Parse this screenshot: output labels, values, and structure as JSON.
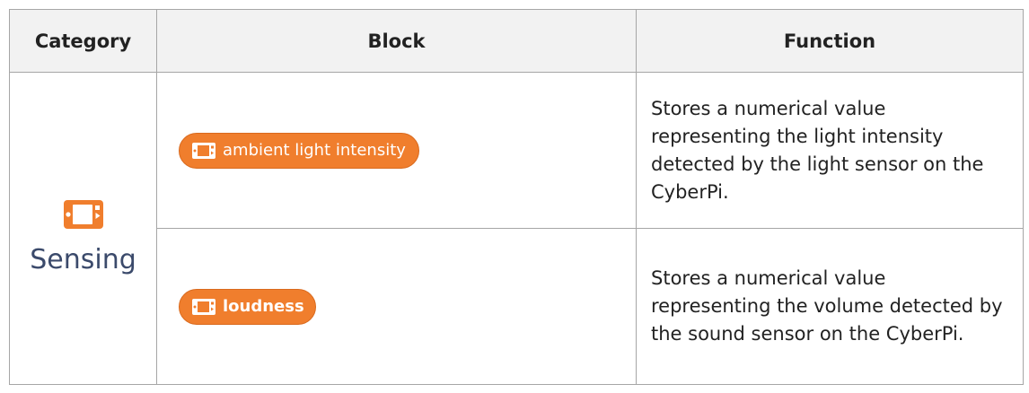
{
  "table": {
    "headers": {
      "category": "Category",
      "block": "Block",
      "function": "Function"
    },
    "category": {
      "label": "Sensing",
      "icon": "cyberpi-icon",
      "icon_color": "#f07e2d"
    },
    "rows": [
      {
        "block_label": "ambient light intensity",
        "block_icon": "cyberpi-icon",
        "function": "Stores a numerical value representing the light intensity detected by the light sensor on the CyberPi."
      },
      {
        "block_label": "loudness",
        "block_icon": "cyberpi-icon",
        "function": "Stores a numerical value representing the volume detected by the sound sensor on the CyberPi."
      }
    ]
  },
  "colors": {
    "block_fill": "#f07e2d",
    "block_text": "#ffffff",
    "category_text": "#3b4a6b",
    "header_bg": "#f2f2f2",
    "border": "#a6a6a6"
  }
}
